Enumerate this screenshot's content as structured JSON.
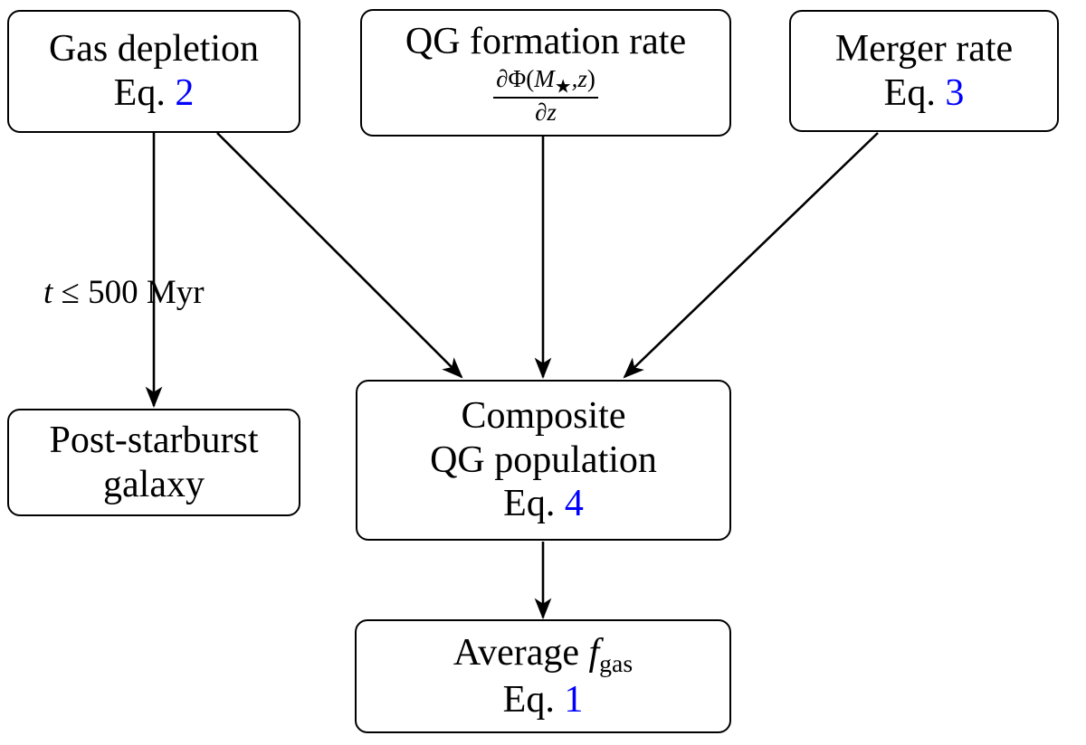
{
  "diagram": {
    "title": "Quiescent galaxy gas fraction modelling flowchart",
    "accent_color": "#0000ff",
    "line_color": "#000000",
    "background": "#ffffff"
  },
  "nodes": {
    "gas_depletion": {
      "line1": "Gas depletion",
      "line2_prefix": "Eq.",
      "eq_number": "2"
    },
    "qg_formation_rate": {
      "line1": "QG formation rate",
      "formula_numerator_partial": "∂",
      "formula_numerator": "∂Φ(M★,z)",
      "formula_denominator": "∂z",
      "numerator_phi": "Φ",
      "numerator_open": "(",
      "numerator_M": "M",
      "numerator_star": "★",
      "numerator_comma_z": ",z",
      "numerator_close": ")",
      "denominator_partial": "∂",
      "denominator_z": "z"
    },
    "merger_rate": {
      "line1": "Merger rate",
      "line2_prefix": "Eq.",
      "eq_number": "3"
    },
    "post_starburst": {
      "line1": "Post-starburst",
      "line2": "galaxy"
    },
    "composite_qg": {
      "line1": "Composite",
      "line2": "QG population",
      "line3_prefix": "Eq.",
      "eq_number": "4"
    },
    "average_fgas": {
      "line1_prefix": "Average",
      "line1_symbol": "f",
      "line1_subscript": "gas",
      "line2_prefix": "Eq.",
      "eq_number": "1"
    }
  },
  "edges": {
    "gas_to_postsb_label_t": "t",
    "gas_to_postsb_label_rel": "≤ 500 Myr",
    "gas_to_postsb_label_full": "t ≤ 500 Myr"
  }
}
